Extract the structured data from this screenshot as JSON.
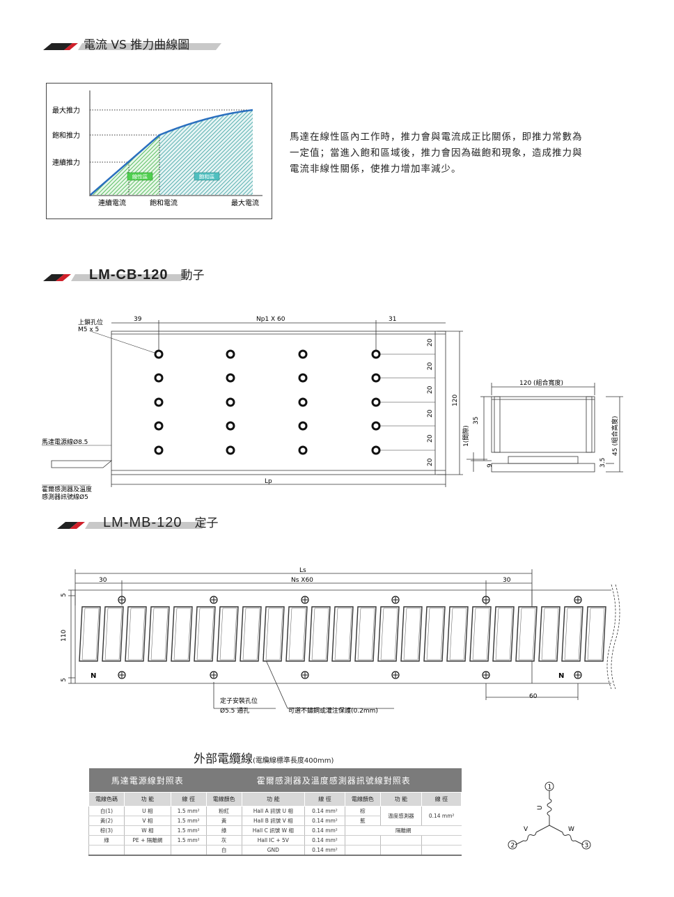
{
  "sections": {
    "curve": {
      "title": "電流 VS 推力曲線圖"
    },
    "mover": {
      "model": "LM-CB-120",
      "label": "動子"
    },
    "stator": {
      "model": "LM-MB-120",
      "label": "定子"
    },
    "cable": {
      "title": "外部電纜線",
      "note": "(電纜線標準長度400mm)"
    }
  },
  "force_chart": {
    "y_labels": [
      "最大推力",
      "飽和推力",
      "連續推力"
    ],
    "x_labels": [
      "連續電流",
      "飽和電流",
      "最大電流"
    ],
    "region_labels": [
      "線性區",
      "飽和區"
    ]
  },
  "description": [
    "馬達在線性區內工作時，推力會與電流成正比關係，即推力常數為",
    "一定值；當進入飽和區域後，推力會因為磁飽和現象，造成推力與",
    "電流非線性關係，使推力增加率減少。"
  ],
  "mover_drawing": {
    "dim_left": "39",
    "dim_pitch": "Np1 X 60",
    "dim_right": "31",
    "screw_label": [
      "上鎖孔位",
      "M5 x 5"
    ],
    "power_cable": "馬達電源線Ø8.5",
    "hall_cable": [
      "霍爾感測器及溫度",
      "感測器訊號線Ø5"
    ],
    "lp": "Lp",
    "row_dims": [
      "20",
      "20",
      "20",
      "20",
      "20",
      "20"
    ],
    "height": "120",
    "side_width": "120 (組合寬度)",
    "side_35": "35",
    "side_gap": "1(間隙)",
    "side_9": "9",
    "side_3_5": "3.5",
    "side_height": "45 (組合高度)"
  },
  "stator_drawing": {
    "ls": "Ls",
    "dim_left": "30",
    "dim_pitch": "Ns X60",
    "dim_right": "30",
    "dim_5_top": "5",
    "dim_110": "110",
    "dim_5_bottom": "5",
    "dim_60": "60",
    "north": "N",
    "hole_label": [
      "定子安裝孔位",
      "Ø5.5 通孔"
    ],
    "option_label": "可選不鏽鋼或灌注保護(0.2mm)"
  },
  "cable_table": {
    "group1": "馬達電源線對照表",
    "group2": "霍爾感測器及溫度感測器訊號線對照表",
    "headers": [
      "電線色碼",
      "功 能",
      "線 徑",
      "電線顏色",
      "功 能",
      "線 徑",
      "電線顏色",
      "功 能",
      "線 徑"
    ],
    "rows": [
      [
        "白(1)",
        "U 相",
        "1.5 mm²",
        "粉紅",
        "Hall A 訊號 U 相",
        "0.14 mm²",
        "棕",
        "溫度感測器",
        "0.14 mm²"
      ],
      [
        "黃(2)",
        "V 相",
        "1.5 mm²",
        "黃",
        "Hall B 訊號 V 相",
        "0.14 mm²",
        "藍",
        "",
        ""
      ],
      [
        "棕(3)",
        "W 相",
        "1.5 mm²",
        "綠",
        "Hall C 訊號 W 相",
        "0.14 mm²",
        "",
        "隔離網",
        ""
      ],
      [
        "綠",
        "PE + 隔離網",
        "1.5 mm²",
        "灰",
        "Hall IC + 5V",
        "0.14 mm²",
        "",
        "",
        ""
      ],
      [
        "",
        "",
        "",
        "白",
        "GND",
        "0.14 mm²",
        "",
        "",
        ""
      ]
    ]
  },
  "winding": {
    "phases": [
      "U",
      "V",
      "W"
    ],
    "terminals": [
      "1",
      "2",
      "3"
    ]
  },
  "colors": {
    "accent_red": "#d0202a",
    "chart_blue": "#2a6fbf",
    "linear_green": "#2fae3a",
    "sat_teal": "#2a9a9a"
  }
}
